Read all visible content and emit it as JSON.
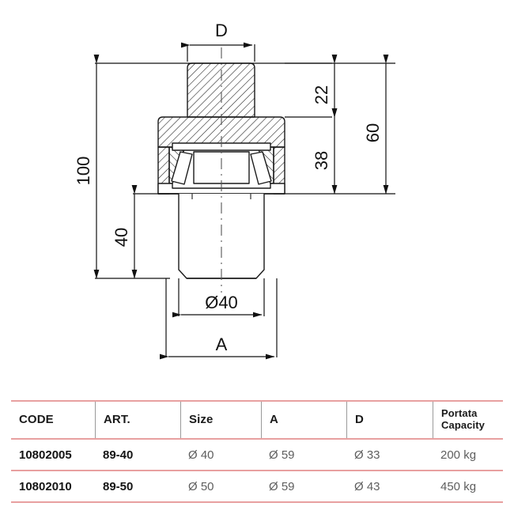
{
  "drawing": {
    "title": "Leveling foot / swivel pad sectional technical drawing",
    "dimensions": {
      "overall_height": "100",
      "stem_length": "40",
      "top_boss_height": "22",
      "body_height": "38",
      "head_height": "60",
      "top_width_label": "D",
      "stem_diameter": "Ø40",
      "base_width_label": "A"
    }
  },
  "table": {
    "headers": [
      {
        "label": "CODE",
        "style": "bold"
      },
      {
        "label": "ART.",
        "style": "bold"
      },
      {
        "label": "Size",
        "style": "bold"
      },
      {
        "label": "A",
        "style": "bold"
      },
      {
        "label": "D",
        "style": "bold"
      },
      {
        "label_line1": "Portata",
        "label_line2": "Capacity",
        "style": "bold"
      }
    ],
    "rows": [
      {
        "code": "10802005",
        "art": "89-40",
        "size": "Ø 40",
        "a": "Ø 59",
        "d": "Ø 33",
        "capacity": "200 kg"
      },
      {
        "code": "10802010",
        "art": "89-50",
        "size": "Ø 50",
        "a": "Ø 59",
        "d": "Ø 43",
        "capacity": "450 kg"
      }
    ]
  },
  "colors": {
    "rule": "#e8a0a0",
    "divider": "#9a9a9a",
    "ink": "#141414",
    "muted": "#5e5e5e",
    "background": "#ffffff"
  }
}
